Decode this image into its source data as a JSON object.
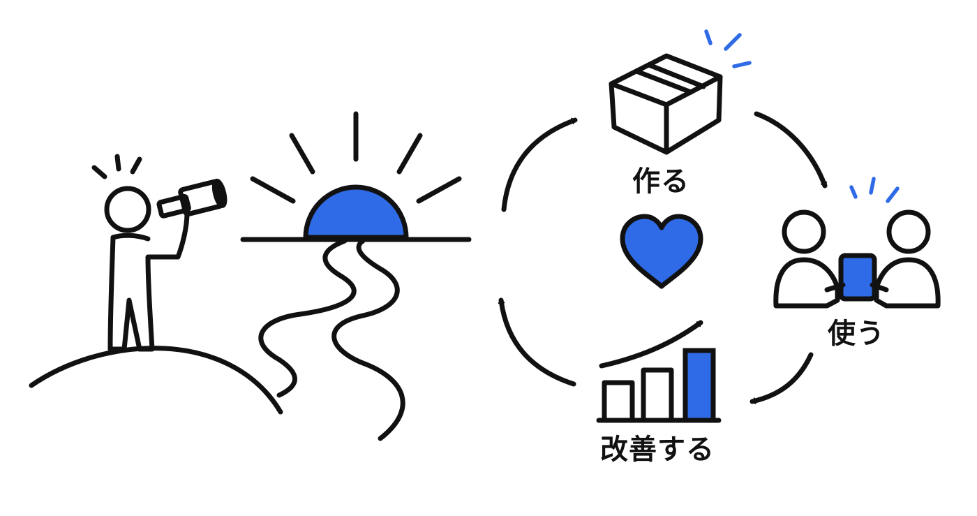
{
  "colors": {
    "ink": "#111111",
    "accent": "#2f6be6",
    "background": "#ffffff"
  },
  "cycle": {
    "steps": [
      {
        "label": "作る",
        "icon": "box-icon"
      },
      {
        "label": "使う",
        "icon": "people-with-tablet-icon"
      },
      {
        "label": "改善する",
        "icon": "growth-bar-chart-icon"
      }
    ],
    "center_icon": "heart-icon"
  },
  "scene": {
    "icons": [
      "person-with-telescope-icon",
      "hill-icon",
      "rising-sun-icon",
      "winding-road-icon"
    ]
  }
}
